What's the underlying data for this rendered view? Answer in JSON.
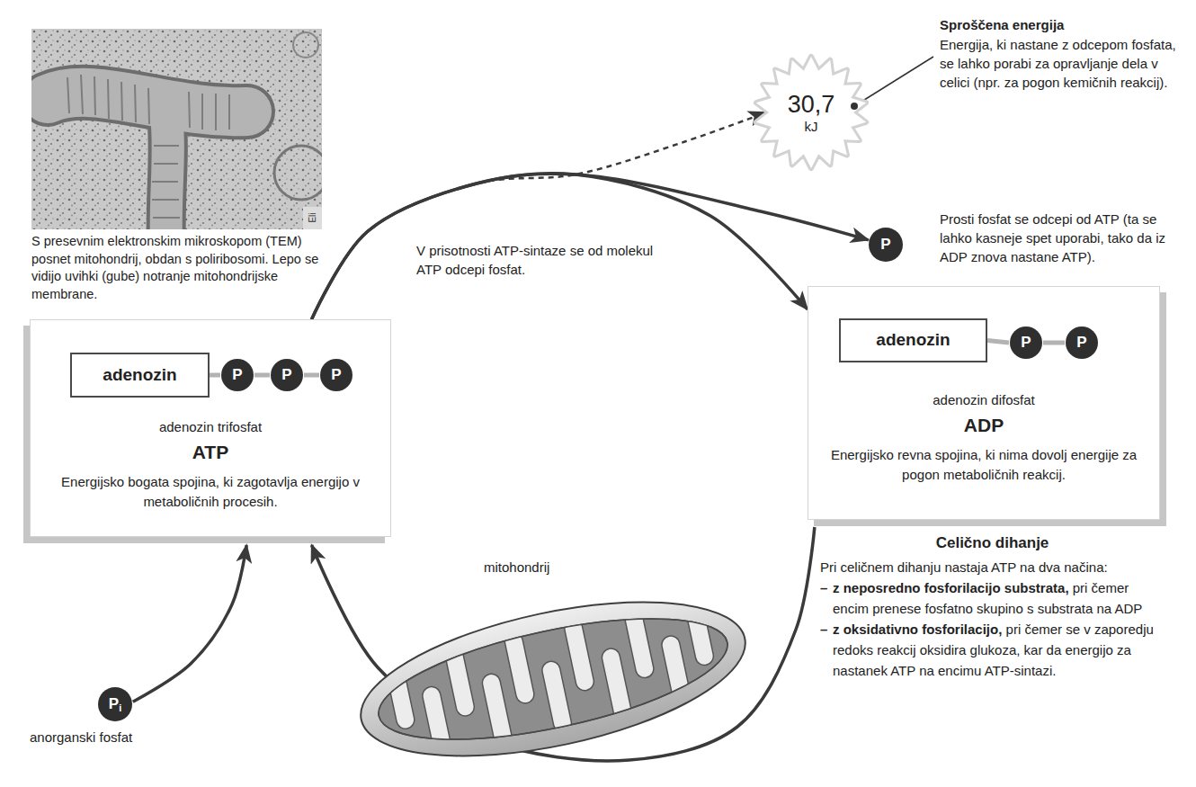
{
  "diagram": {
    "nodes": [
      {
        "text": [
          "30,7",
          "kJ"
        ]
      },
      {
        "text": [
          "P"
        ]
      },
      {
        "text": [
          "adenozin trifosfat",
          "ATP",
          "Energijsko bogata spojina, ki zagotavlja energijo v metaboličnih procesih."
        ]
      },
      {
        "text": [
          "adenozin"
        ],
        "in": 2
      },
      {
        "text": [
          "P"
        ],
        "in": 2
      },
      {
        "text": [
          "P"
        ],
        "in": 2
      },
      {
        "text": [
          "P"
        ],
        "in": 2
      },
      {
        "text": [
          "adenozin difosfat",
          "ADP",
          "Energijsko revna spojina, ki nima dovolj energije za pogon metaboličnih reakcij."
        ]
      },
      {
        "text": [
          "adenozin"
        ],
        "in": 7
      },
      {
        "text": [
          "P"
        ],
        "in": 7
      },
      {
        "text": [
          "P"
        ],
        "in": 7
      },
      {
        "text": [
          "P",
          "i"
        ]
      }
    ],
    "edges": [
      {
        "from": 2,
        "to": 7,
        "arrow": "to"
      },
      {
        "from": 2,
        "to": 1,
        "arrow": "to"
      },
      {
        "from": 2,
        "to": 0,
        "arrow": "to"
      },
      {
        "from": 7,
        "to": 2,
        "arrow": "to"
      },
      {
        "from": 11,
        "to": 2,
        "arrow": "to"
      },
      {
        "from": 3,
        "to": 4,
        "arrow": "none"
      },
      {
        "from": 4,
        "to": 5,
        "arrow": "none"
      },
      {
        "from": 5,
        "to": 6,
        "arrow": "none"
      },
      {
        "from": 8,
        "to": 9,
        "arrow": "none"
      },
      {
        "from": 9,
        "to": 10,
        "arrow": "none"
      }
    ],
    "labels": [
      "S presevnim elektronskim mikroskopom (TEM) posnet mitohondrij, obdan s poliribosomi. Lepo se vidijo uvihki (gube) notranje mitohondrijske membrane.",
      "Eli",
      "V prisotnosti ATP-sintaze se od molekul ATP odcepi fosfat.",
      "Sproščena energija",
      "Energija, ki nastane z odcepom fosfata, se lahko porabi za opravljanje dela v celici (npr. za pogon kemičnih reakcij).",
      "Prosti fosfat se odcepi od ATP (ta se lahko kasneje spet uporabi, tako da iz ADP znova nastane ATP).",
      "Celično dihanje",
      "Pri celičnem dihanju nastaja ATP na dva načina:",
      "–",
      "z neposredno fosforilacijo substrata,",
      "pri čemer encim prenese fosfatno skupino s substrata na ADP",
      "–",
      "z oksidativno fosforilacijo,",
      "pri čemer se v zaporedju redoks reakcij oksidira glukoza, kar da energijo za nastanek ATP na encimu ATP-sintazi.",
      "mitohondrij",
      "anorganski fosfat"
    ]
  }
}
